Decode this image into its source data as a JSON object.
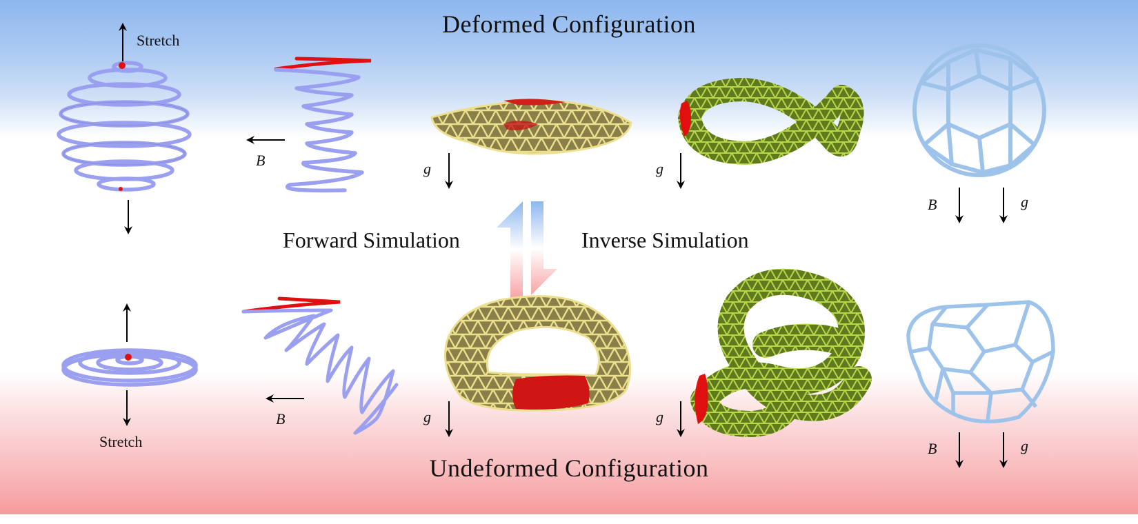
{
  "titles": {
    "top": "Deformed Configuration",
    "bottom": "Undeformed Configuration"
  },
  "middle": {
    "forward": "Forward Simulation",
    "inverse": "Inverse Simulation"
  },
  "labels": {
    "stretch": "Stretch",
    "magnetic_field": "B",
    "gravity": "g"
  },
  "colors": {
    "top_gradient": "#8eb7ef",
    "bottom_gradient": "#f79b9d",
    "spring": "#9a9ff0",
    "fixed_region": "#e01010",
    "lattice_yellow": "#e8d98a",
    "lattice_green": "#9cbf3a",
    "fullerene_blue": "#9ec3ea"
  },
  "objects": [
    {
      "name": "spherical-helix",
      "top_annotation": "Stretch (up/down arrows)",
      "bottom_annotation": "Stretch (up/down arrows)"
    },
    {
      "name": "helical-spring",
      "top_annotation": "B (left arrow)",
      "bottom_annotation": "B (left arrow)"
    },
    {
      "name": "torus-lattice",
      "top_annotation": "g (down arrow)",
      "bottom_annotation": "g (down arrow)"
    },
    {
      "name": "knot-lattice",
      "top_annotation": "g (down arrow)",
      "bottom_annotation": "g (down arrow)"
    },
    {
      "name": "fullerene-cage",
      "top_annotation": "B, g (down arrows)",
      "bottom_annotation": "B, g (down arrows)"
    }
  ]
}
